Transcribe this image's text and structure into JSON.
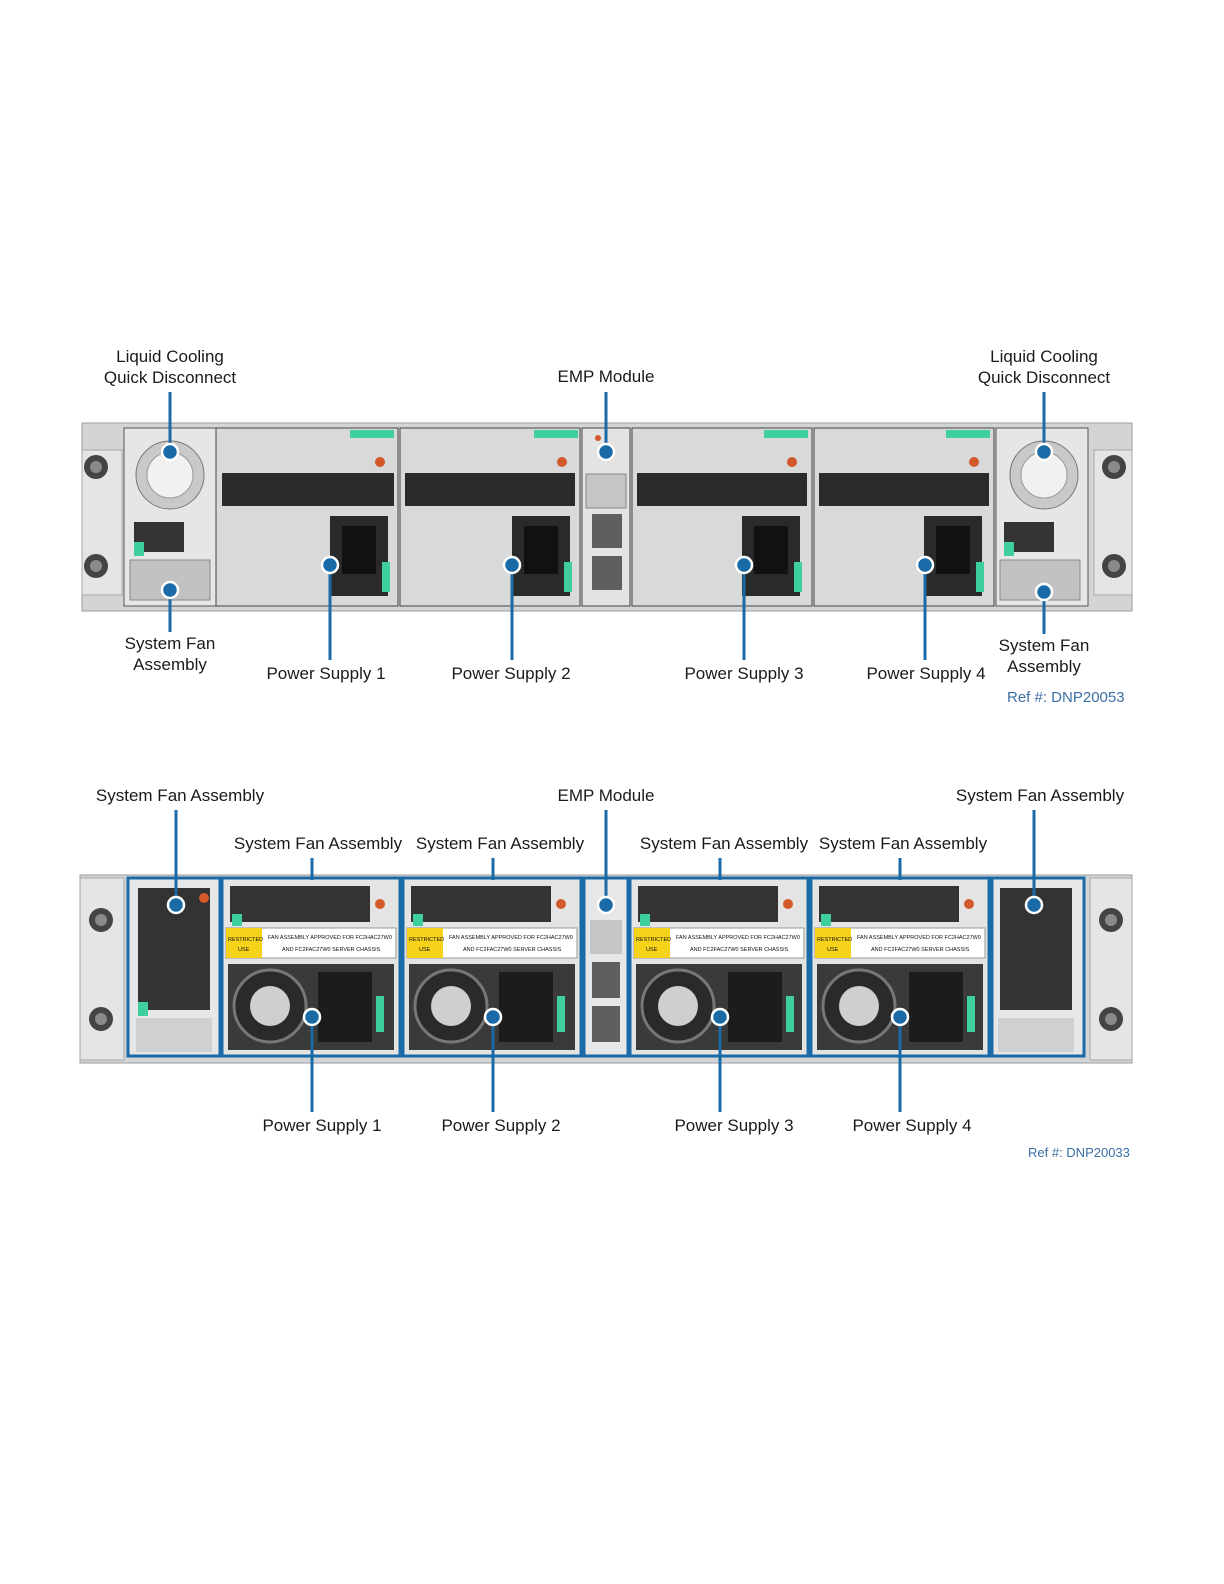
{
  "figure1": {
    "labels": {
      "lc_left": "Liquid Cooling\nQuick Disconnect",
      "emp": "EMP Module",
      "lc_right": "Liquid Cooling\nQuick Disconnect",
      "fan_left": "System Fan\nAssembly",
      "ps1": "Power Supply 1",
      "ps2": "Power Supply 2",
      "ps3": "Power Supply 3",
      "ps4": "Power Supply 4",
      "fan_right": "System Fan\nAssembly"
    },
    "ref": "Ref #: DNP20053"
  },
  "figure2": {
    "labels": {
      "fan_outer_left": "System Fan Assembly",
      "fan_ps1": "System Fan Assembly",
      "fan_ps2": "System Fan Assembly",
      "emp": "EMP Module",
      "fan_ps3": "System Fan Assembly",
      "fan_ps4": "System Fan Assembly",
      "fan_outer_right": "System Fan Assembly",
      "ps1": "Power Supply 1",
      "ps2": "Power Supply 2",
      "ps3": "Power Supply 3",
      "ps4": "Power Supply 4"
    },
    "sticker": {
      "tag_line1": "RESTRICTED",
      "tag_line2": "USE",
      "line1": "FAN ASSEMBLY APPROVED FOR FC2HAC27W0",
      "line2": "AND FC2FAC27W0 SERVER CHASSIS"
    },
    "ref": "Ref #: DNP20033"
  },
  "colors": {
    "callout": "#1b6aa8",
    "chassis": "#cfd0d2",
    "panel_dark": "#2b2b2b",
    "handle_green": "#3fcf9c",
    "sticker_yellow": "#f6d21a"
  }
}
